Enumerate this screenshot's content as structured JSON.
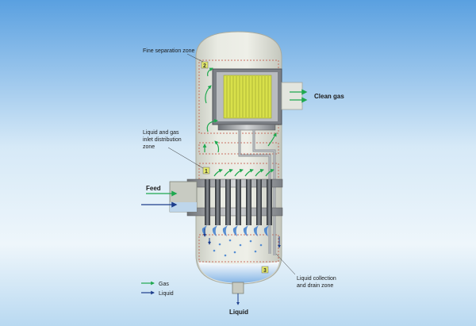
{
  "labels": {
    "fine_separation_zone": "Fine separation zone",
    "clean_gas": "Clean gas",
    "inlet_zone_line1": "Liquid and gas",
    "inlet_zone_line2": "inlet distribution",
    "inlet_zone_line3": "zone",
    "feed": "Feed",
    "collection_zone_line1": "Liquid collection",
    "collection_zone_line2": "and drain zone",
    "liquid_outlet": "Liquid"
  },
  "zones": [
    {
      "number": "1"
    },
    {
      "number": "2"
    },
    {
      "number": "3"
    }
  ],
  "legend": {
    "gas": "Gas",
    "liquid": "Liquid"
  },
  "colors": {
    "gas_arrow": "#1fa84f",
    "liquid_arrow": "#1d3e8c",
    "coalescer": "#d8e04a",
    "zone_badge": "#e6ec6c",
    "liquid_pool": "#7fb2e6"
  }
}
